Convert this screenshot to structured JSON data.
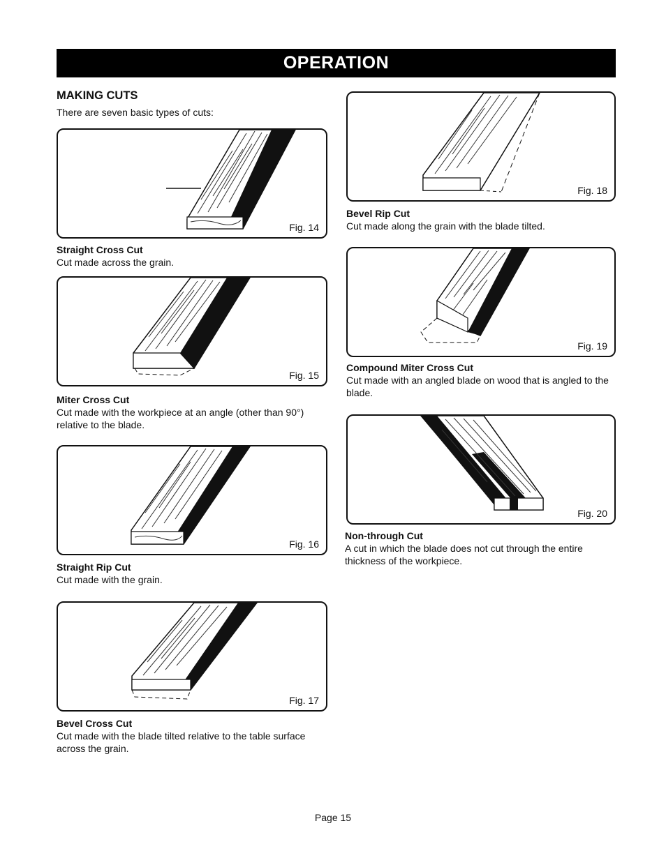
{
  "header": {
    "title": "OPERATION"
  },
  "section": {
    "title": "MAKING CUTS",
    "intro": "There are seven basic types of cuts:"
  },
  "figures": [
    {
      "label": "Fig. 14",
      "title": "Straight Cross Cut",
      "desc": "Cut made across the grain."
    },
    {
      "label": "Fig. 15",
      "title": "Miter Cross Cut",
      "desc": "Cut made with the workpiece at an angle (other than 90°) relative to the blade."
    },
    {
      "label": "Fig. 16",
      "title": "Straight Rip Cut",
      "desc": "Cut made with the grain."
    },
    {
      "label": "Fig. 17",
      "title": "Bevel Cross Cut",
      "desc": "Cut made with the blade tilted relative to the table surface across the grain."
    },
    {
      "label": "Fig. 18",
      "title": "Bevel Rip Cut",
      "desc": "Cut made along the grain with the blade tilted."
    },
    {
      "label": "Fig. 19",
      "title": "Compound Miter Cross Cut",
      "desc": "Cut made with an angled blade on wood that is angled to the blade."
    },
    {
      "label": "Fig. 20",
      "title": "Non-through Cut",
      "desc": "A cut in which the blade does not cut through the entire thickness of the workpiece."
    }
  ],
  "footer": {
    "page": "Page 15"
  }
}
